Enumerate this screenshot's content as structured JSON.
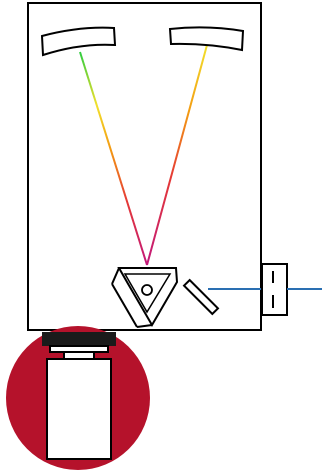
{
  "diagram": {
    "type": "czerny-turner spectrometer schematic",
    "colors": {
      "outline": "#000000",
      "background": "#ffffff",
      "detector_body": "#b5122b",
      "detector_cap": "#1b1b1b",
      "input_beam": "#2a6fb2",
      "violet": "#6a1b9a",
      "magenta": "#c2187a",
      "red": "#e53935",
      "orange": "#f39c12",
      "yellow": "#f2e02c",
      "green": "#2ecc40"
    },
    "components": {
      "collimating_mirror": "curved-mirror-left",
      "focusing_mirror": "curved-mirror-right",
      "dispersive_element": "prism-grating",
      "fold_mirror": "flat-mirror",
      "entrance_slit": "slit-housing",
      "detector": "camera-detector"
    }
  }
}
